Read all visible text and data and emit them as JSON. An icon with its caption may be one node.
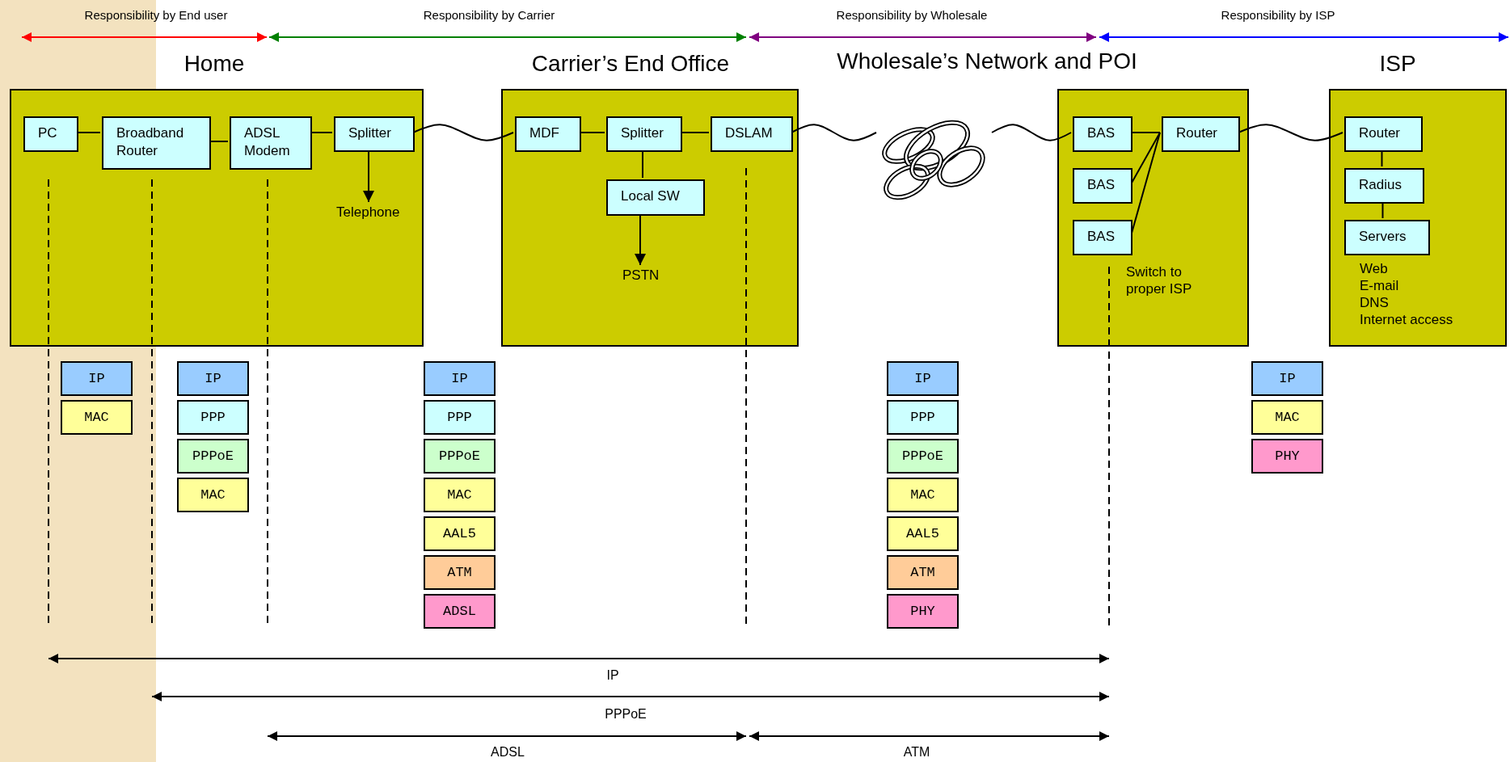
{
  "diagram": {
    "nodes": [
      {
        "text": [
          "Home"
        ]
      },
      {
        "text": [
          "PC"
        ],
        "in": 0
      },
      {
        "text": [
          "Broadband Router"
        ],
        "in": 0
      },
      {
        "text": [
          "ADSL Modem"
        ],
        "in": 0
      },
      {
        "text": [
          "Splitter"
        ],
        "in": 0
      },
      {
        "text": [
          "Telephone"
        ],
        "in": 0
      },
      {
        "text": [
          "Carrier’s End Office"
        ]
      },
      {
        "text": [
          "MDF"
        ],
        "in": 6
      },
      {
        "text": [
          "Splitter"
        ],
        "in": 6
      },
      {
        "text": [
          "DSLAM"
        ],
        "in": 6
      },
      {
        "text": [
          "Local SW"
        ],
        "in": 6
      },
      {
        "text": [
          "PSTN"
        ],
        "in": 6
      },
      {
        "text": [],
        "shape": "cloud"
      },
      {
        "text": [
          "Switch to proper ISP"
        ]
      },
      {
        "text": [
          "BAS"
        ],
        "in": 13
      },
      {
        "text": [
          "Router"
        ],
        "in": 13
      },
      {
        "text": [
          "BAS"
        ],
        "in": 13
      },
      {
        "text": [
          "BAS"
        ],
        "in": 13
      },
      {
        "text": [
          "ISP",
          "Web",
          "E-mail",
          "DNS",
          "Internet access"
        ]
      },
      {
        "text": [
          "Router"
        ],
        "in": 18
      },
      {
        "text": [
          "Radius"
        ],
        "in": 18
      },
      {
        "text": [
          "Servers"
        ],
        "in": 18
      },
      {
        "text": [
          "IP"
        ]
      },
      {
        "text": [
          "MAC"
        ]
      },
      {
        "text": [
          "IP"
        ]
      },
      {
        "text": [
          "PPP"
        ]
      },
      {
        "text": [
          "PPPoE"
        ]
      },
      {
        "text": [
          "MAC"
        ]
      },
      {
        "text": [
          "IP"
        ]
      },
      {
        "text": [
          "PPP"
        ]
      },
      {
        "text": [
          "PPPoE"
        ]
      },
      {
        "text": [
          "MAC"
        ]
      },
      {
        "text": [
          "AAL5"
        ]
      },
      {
        "text": [
          "ATM"
        ]
      },
      {
        "text": [
          "ADSL"
        ]
      },
      {
        "text": [
          "IP"
        ]
      },
      {
        "text": [
          "PPP"
        ]
      },
      {
        "text": [
          "PPPoE"
        ]
      },
      {
        "text": [
          "MAC"
        ]
      },
      {
        "text": [
          "AAL5"
        ]
      },
      {
        "text": [
          "ATM"
        ]
      },
      {
        "text": [
          "PHY"
        ]
      },
      {
        "text": [
          "IP"
        ]
      },
      {
        "text": [
          "MAC"
        ]
      },
      {
        "text": [
          "PHY"
        ]
      }
    ],
    "edges": [
      {
        "from": 1,
        "to": 2,
        "arrow": "none"
      },
      {
        "from": 2,
        "to": 3,
        "arrow": "none"
      },
      {
        "from": 3,
        "to": 4,
        "arrow": "none"
      },
      {
        "from": 4,
        "to": 5,
        "arrow": "to"
      },
      {
        "from": 4,
        "to": 7,
        "arrow": "none"
      },
      {
        "from": 7,
        "to": 8,
        "arrow": "none"
      },
      {
        "from": 8,
        "to": 9,
        "arrow": "none"
      },
      {
        "from": 8,
        "to": 10,
        "arrow": "none"
      },
      {
        "from": 10,
        "to": 11,
        "arrow": "to"
      },
      {
        "from": 9,
        "to": 12,
        "arrow": "none"
      },
      {
        "from": 12,
        "to": 14,
        "arrow": "none"
      },
      {
        "from": 14,
        "to": 15,
        "arrow": "none"
      },
      {
        "from": 16,
        "to": 15,
        "arrow": "none"
      },
      {
        "from": 17,
        "to": 15,
        "arrow": "none"
      },
      {
        "from": 15,
        "to": 19,
        "arrow": "none"
      },
      {
        "from": 19,
        "to": 20,
        "arrow": "none"
      },
      {
        "from": 20,
        "to": 21,
        "arrow": "none"
      }
    ],
    "labels": [
      "Responsibility by End user",
      "Responsibility by Carrier",
      "Responsibility by Wholesale",
      "Responsibility by ISP",
      "Wholesale’s Network and POI",
      "IP",
      "PPPoE",
      "ADSL",
      "ATM"
    ]
  }
}
